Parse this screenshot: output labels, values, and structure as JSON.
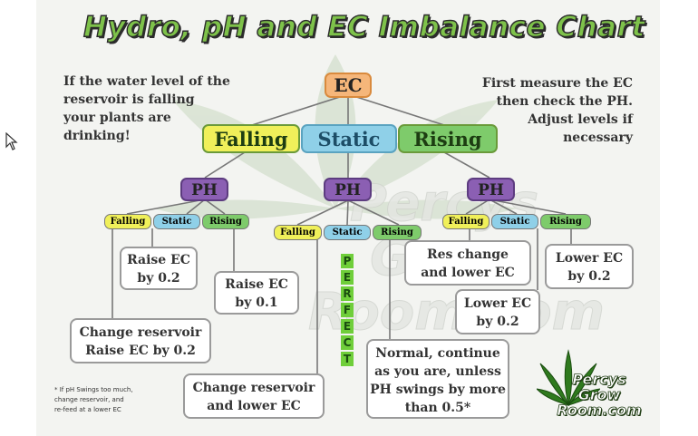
{
  "title": "Hydro, pH and EC Imbalance Chart",
  "left_note": [
    "If the water level of the",
    "reservoir is falling",
    "your plants are",
    "drinking!"
  ],
  "right_note": [
    "First measure the EC",
    "then check the PH.",
    "Adjust levels if",
    "necessary"
  ],
  "root": "EC",
  "level1": [
    "Falling",
    "Static",
    "Rising"
  ],
  "ph_label": "PH",
  "sub_labels": [
    "Falling",
    "Static",
    "Rising"
  ],
  "perfect": [
    "P",
    "E",
    "R",
    "F",
    "E",
    "C",
    "T"
  ],
  "outcomes": {
    "raise_ec_02": [
      "Raise EC",
      "by 0.2"
    ],
    "raise_ec_01": [
      "Raise EC",
      "by 0.1"
    ],
    "change_raise": [
      "Change reservoir",
      "Raise EC by 0.2"
    ],
    "change_lower": [
      "Change reservoir",
      "and lower EC"
    ],
    "res_change_lower": [
      "Res change",
      "and lower EC"
    ],
    "lower_ec_02_right": [
      "Lower EC",
      "by 0.2"
    ],
    "lower_ec_02_mid": [
      "Lower EC",
      "by 0.2"
    ],
    "normal": [
      "Normal, continue",
      "as you are, unless",
      "PH swings by more",
      "than 0.5*"
    ]
  },
  "footnote": [
    "* If pH Swings too much,",
    "change reservoir, and",
    "re-feed at a lower EC"
  ],
  "logo": [
    "Percys",
    "Grow",
    "Room.com"
  ],
  "watermark": [
    "Percys",
    "Grow",
    "Room.com"
  ],
  "colors": {
    "falling": "#f0f05a",
    "static": "#8fd0e8",
    "rising": "#7ecb6b",
    "ph": "#8b5fb3",
    "ec": "#f5b67a",
    "title": "#7ec24a"
  },
  "icons": [
    "mouse-pointer-icon",
    "cannabis-leaf-icon"
  ]
}
